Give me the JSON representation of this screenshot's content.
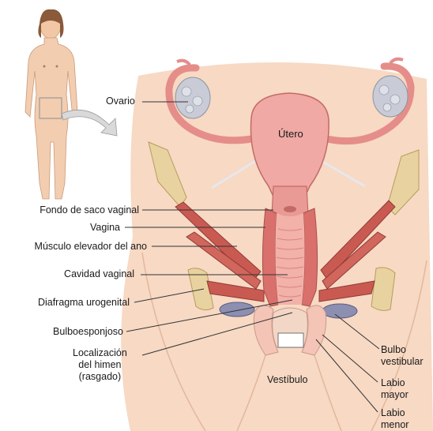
{
  "labels": {
    "ovario": "Ovario",
    "utero": "Útero",
    "fondo": "Fondo de saco vaginal",
    "vagina": "Vagina",
    "musculo": "Músculo elevador del ano",
    "cavidad": "Cavidad vaginal",
    "diafragma": "Diafragma urogenital",
    "bulboesponjoso": "Bulboesponjoso",
    "himen": "Localización\ndel himen\n(rasgado)",
    "vestibulo": "Vestíbulo",
    "bulbo": "Bulbo\nvestibular",
    "labio_mayor": "Labio\nmayor",
    "labio_menor": "Labio\nmenor"
  },
  "colors": {
    "tissue": "#f0a9a4",
    "tissue_dark": "#d9706c",
    "muscle": "#c95a52",
    "skin": "#f6d3bd",
    "bone": "#e8d3a0",
    "leader": "#333333"
  }
}
